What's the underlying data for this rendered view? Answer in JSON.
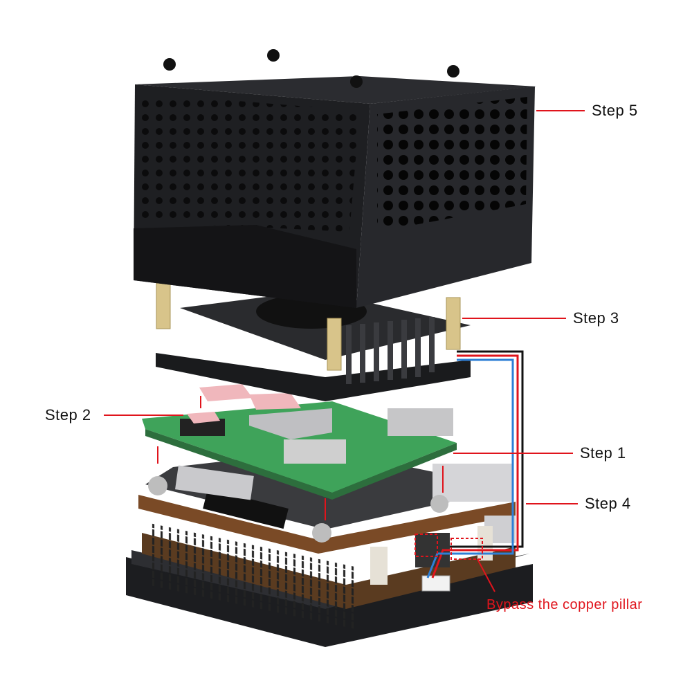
{
  "labels": {
    "step5": "Step 5",
    "step3": "Step 3",
    "step2": "Step 2",
    "step1": "Step 1",
    "step4": "Step 4",
    "note": "Bypass the copper pillar"
  },
  "colors": {
    "annotation": "#e0141c",
    "case": "#1e1f22",
    "board": "#3fa35a",
    "brass": "#d8c48a"
  }
}
